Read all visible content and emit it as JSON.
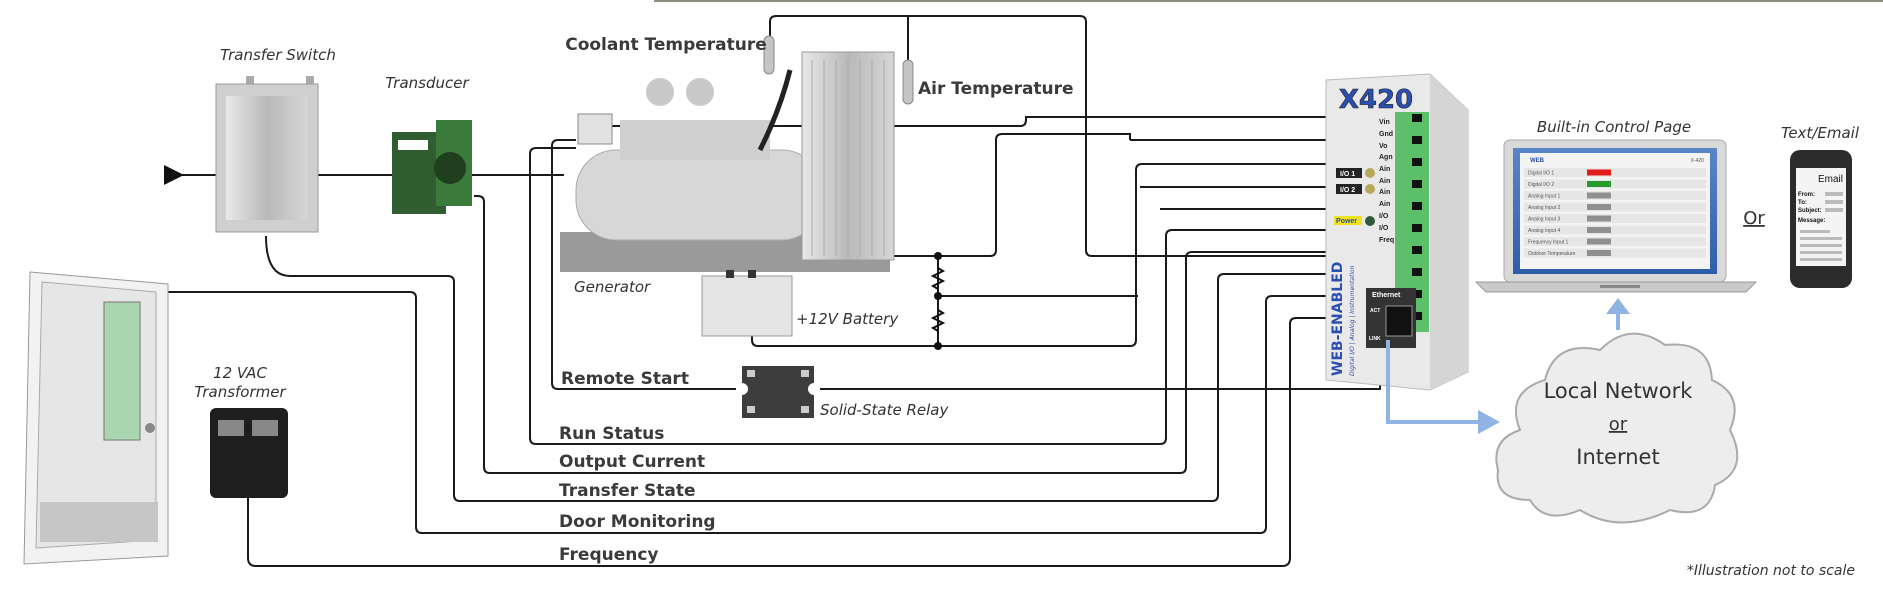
{
  "components": {
    "transfer_switch": "Transfer Switch",
    "transducer": "Transducer",
    "coolant_temperature": "Coolant Temperature",
    "air_temperature": "Air Temperature",
    "generator": "Generator",
    "battery": "+12V Battery",
    "transformer_line1": "12 VAC",
    "transformer_line2": "Transformer",
    "ssr": "Solid-State Relay",
    "built_in_page": "Built-in Control Page",
    "text_email": "Text/Email",
    "or": "Or"
  },
  "signals": [
    "Remote Start",
    "Run Status",
    "Output Current",
    "Transfer State",
    "Door Monitoring",
    "Frequency"
  ],
  "device": {
    "model": "X420",
    "side_text": "WEB-ENABLED",
    "side_subtext": "Digital I/O | Analog | Instrumentation",
    "terminals": [
      "Vin",
      "Gnd",
      "Vo",
      "Agn",
      "Ain",
      "Ain",
      "Ain",
      "Ain",
      "I/O",
      "I/O",
      "Freq"
    ],
    "io1": "I/O 1",
    "io2": "I/O 2",
    "power": "Power",
    "ethernet": "Ethernet",
    "act": "ACT",
    "link": "LINK"
  },
  "control_page": {
    "model": "X-420",
    "rows": [
      "Digital I/O 1",
      "Digital I/O 2",
      "Analog Input 1",
      "Analog Input 2",
      "Analog Input 3",
      "Analog Input 4",
      "Frequency Input 1",
      "Outdoor Temperature"
    ]
  },
  "phone": {
    "title": "Email",
    "from": "From:",
    "to": "To:",
    "subject": "Subject:",
    "message": "Message:"
  },
  "network": {
    "line1": "Local Network",
    "line2": "or",
    "line3": "Internet"
  },
  "footnote": "*Illustration not to scale",
  "colors": {
    "terminal_green": "#5cbf6a",
    "network_arrow": "#8fb4e3",
    "device_blue": "#2a4fb0",
    "relay_dark": "#3d3d3d"
  }
}
